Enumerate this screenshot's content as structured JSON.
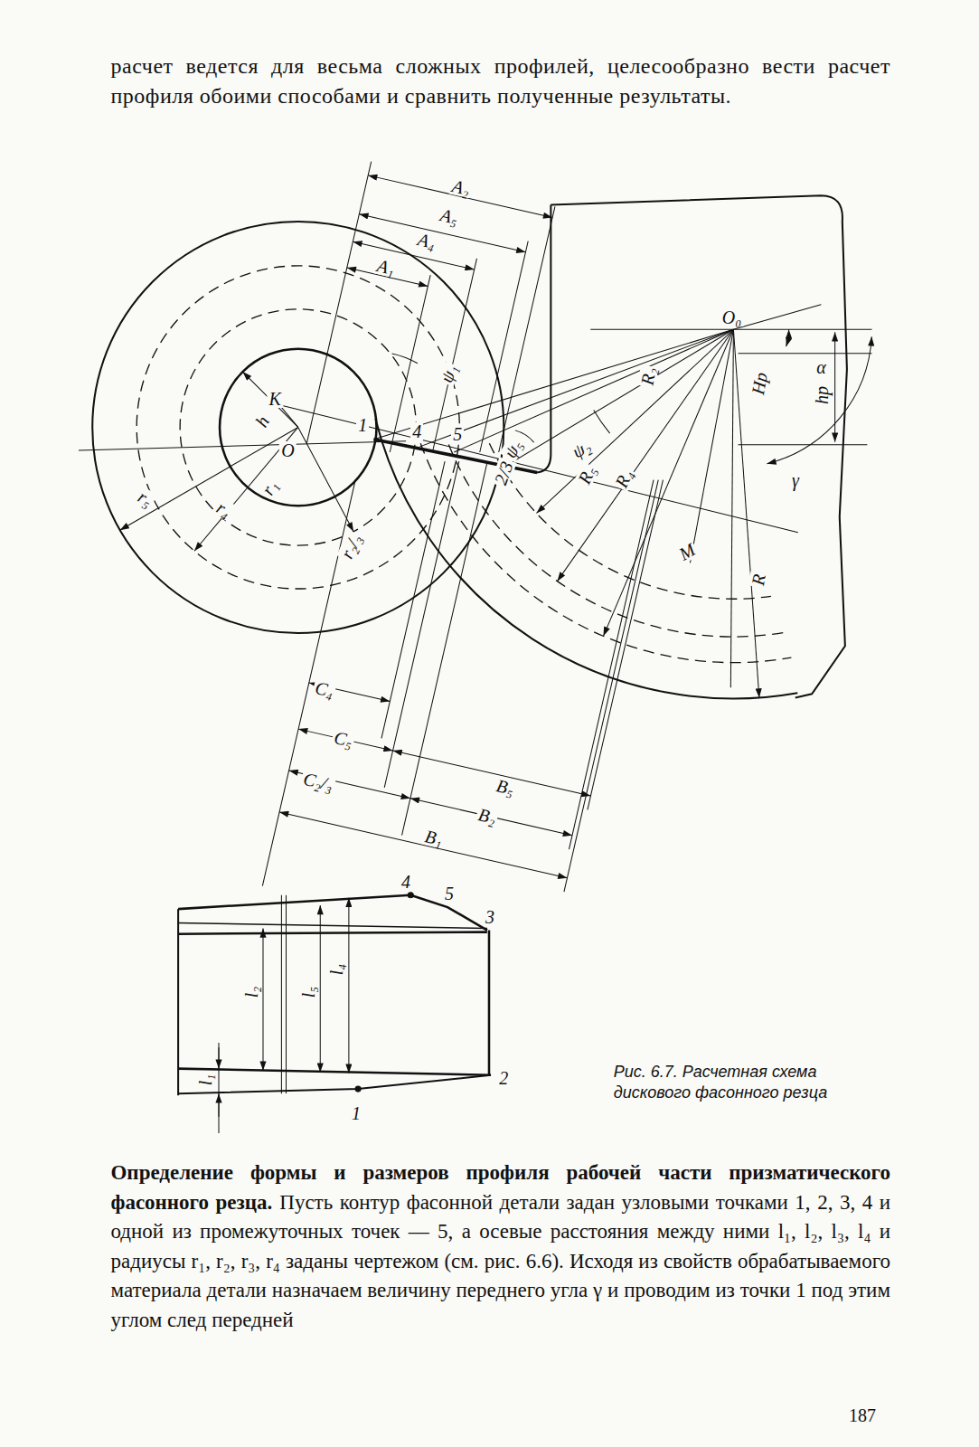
{
  "diagram": {
    "caption": "Рис. 6.7. Расчетная схема дискового фасонного резца",
    "labels": [
      "расчет ведется для весьма сложных профилей, целесообразно вести расчет профиля обоими способами и сравнить полученные результаты.",
      "A₂",
      "A₅",
      "A₄",
      "A₁",
      "O₀",
      "ψ₁",
      "K",
      "h",
      "1",
      "4",
      "5",
      "ψ₅",
      "R₂",
      "ψ₂",
      "R₅",
      "R₄",
      "2/3",
      "Hр",
      "α",
      "hр",
      "γ",
      "O",
      "r₅",
      "r₄",
      "r₁",
      "r₂/₃",
      "M",
      "R",
      "C₄",
      "C₅",
      "C₂/₃",
      "B₅",
      "B₂",
      "B₁",
      "4",
      "5",
      "3",
      "l₂",
      "l₅",
      "l₄",
      "l₁",
      "2",
      "1",
      "Определение формы и размеров профиля рабочей части призматического фасонного резца.",
      "Пусть контур фасонной детали задан узловыми точками 1, 2, 3, 4 и одной из промежуточных точек — 5, а осевые расстояния между ними l₁, l₂, l₃, l₄ и радиусы r₁, r₂, r₃, r₄ заданы чертежом (см. рис. 6.6). Исходя из свойств обрабатываемого материала детали назначаем величину переднего угла γ и проводим из точки 1 под этим углом след передней",
      "187"
    ]
  }
}
